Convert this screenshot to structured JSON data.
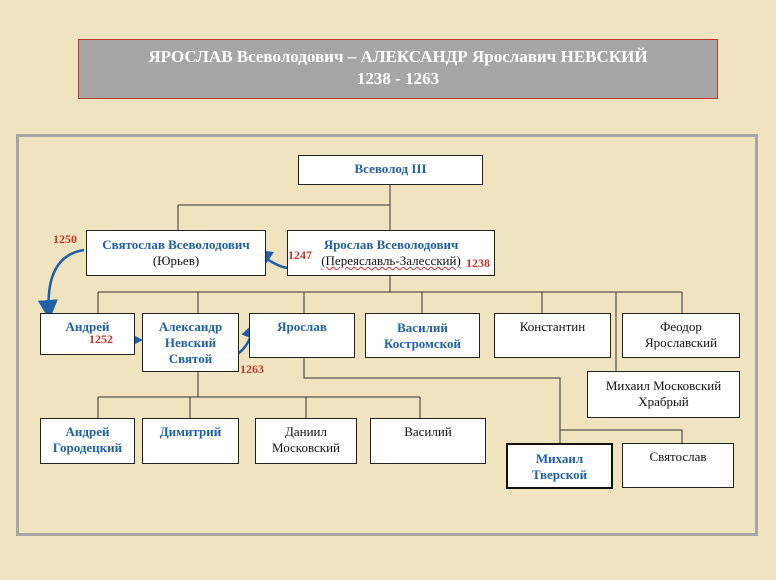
{
  "title": {
    "line1": "ЯРОСЛАВ Всеволодович – АЛЕКСАНДР Ярославич НЕВСКИЙ",
    "line2": "1238 - 1263"
  },
  "nodes": {
    "vsevolod": "Всеволод III",
    "svyatoslav": {
      "name": "Святослав Всеволодович",
      "place": "(Юрьев)"
    },
    "yaroslav_vs": {
      "name": "Ярослав Всеволодович",
      "place": "(Переяславль-Залесский)"
    },
    "andrey": "Андрей",
    "alexander": [
      "Александр",
      "Невский",
      "Святой"
    ],
    "yaroslav": "Ярослав",
    "vasily_k": [
      "Василий",
      "Костромской"
    ],
    "konstantin": "Константин",
    "feodor": [
      "Феодор",
      "Ярославский"
    ],
    "mikhail_m": [
      "Михаил Московский",
      "Храбрый"
    ],
    "andrey_g": [
      "Андрей",
      "Городецкий"
    ],
    "dimitry": "Димитрий",
    "daniil": [
      "Даниил",
      "Московский"
    ],
    "vasily": "Василий",
    "mikhail_t": [
      "Михаил",
      "Тверской"
    ],
    "svyatoslav2": "Святослав"
  },
  "years": {
    "y1250": "1250",
    "y1247": "1247",
    "y1238": "1238",
    "y1252": "1252",
    "y1263": "1263"
  },
  "colors": {
    "accent_blue": "#1f5fa8",
    "year_red": "#c0392b",
    "background": "#efe4bf",
    "title_bg": "#a6a6a6"
  }
}
